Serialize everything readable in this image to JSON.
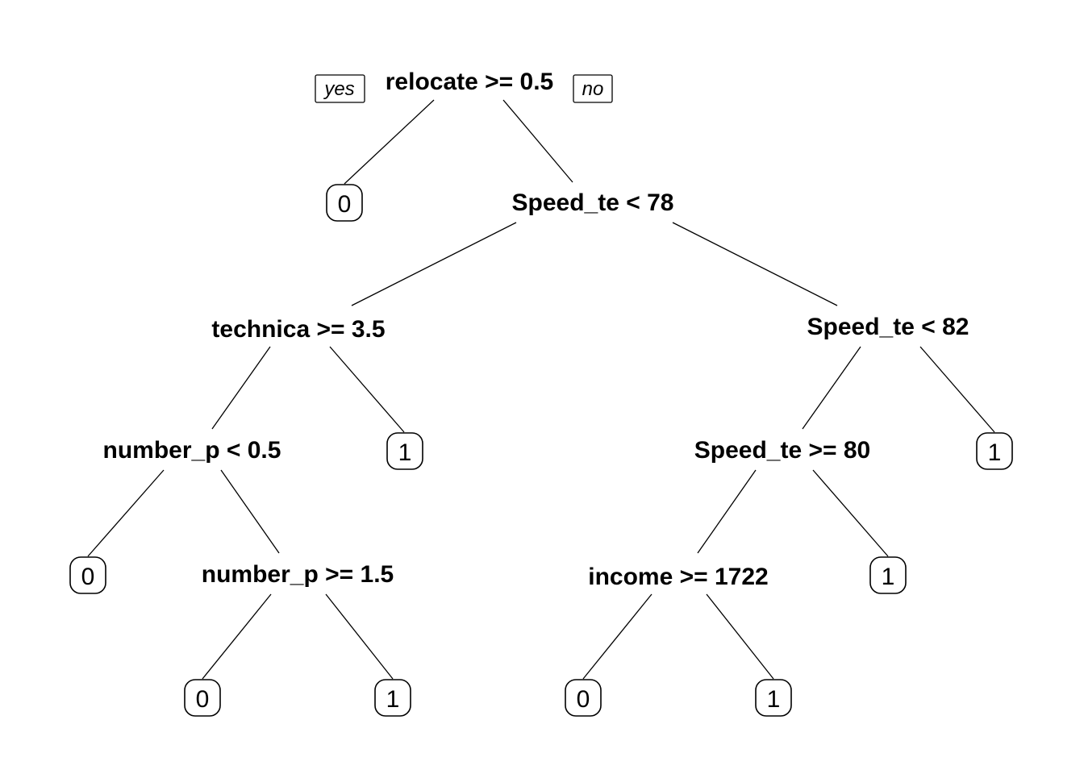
{
  "tree": {
    "branch_labels": {
      "yes": "yes",
      "no": "no"
    },
    "split_nodes": [
      {
        "id": "n1",
        "label": "relocate >= 0.5"
      },
      {
        "id": "n3",
        "label": "Speed_te < 78"
      },
      {
        "id": "n6",
        "label": "technica >= 3.5"
      },
      {
        "id": "n7",
        "label": "Speed_te < 82"
      },
      {
        "id": "n12",
        "label": "number_p < 0.5"
      },
      {
        "id": "n14",
        "label": "Speed_te >= 80"
      },
      {
        "id": "n25",
        "label": "number_p >= 1.5"
      },
      {
        "id": "n28",
        "label": "income >= 1722"
      }
    ],
    "leaves": [
      {
        "id": "l2",
        "label": "0"
      },
      {
        "id": "l13",
        "label": "1"
      },
      {
        "id": "l15",
        "label": "1"
      },
      {
        "id": "l24",
        "label": "0"
      },
      {
        "id": "l29",
        "label": "1"
      },
      {
        "id": "l50",
        "label": "0"
      },
      {
        "id": "l51",
        "label": "1"
      },
      {
        "id": "l56",
        "label": "0"
      },
      {
        "id": "l57",
        "label": "1"
      }
    ]
  }
}
